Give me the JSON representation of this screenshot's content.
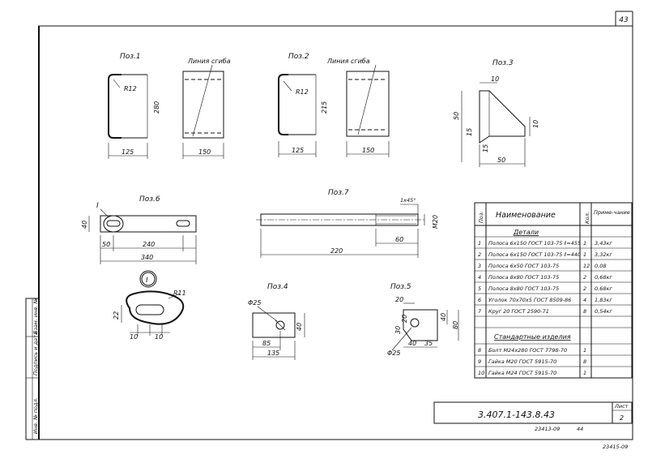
{
  "page_number": "43",
  "drawings": {
    "pos1": {
      "title": "Поз.1",
      "bend_label": "Линия сгиба",
      "radius": "R12",
      "height": "280",
      "width_a": "125",
      "width_b": "150"
    },
    "pos2": {
      "title": "Поз.2",
      "bend_label": "Линия сгиба",
      "radius": "R12",
      "height": "215",
      "width_a": "125",
      "width_b": "150"
    },
    "pos3": {
      "title": "Поз.3",
      "top": "10",
      "height": "50",
      "side_a": "15",
      "side_b": "10",
      "bottom_a": "15",
      "bottom_b": "50"
    },
    "pos6": {
      "title": "Поз.6",
      "section_mark": "I",
      "height": "40",
      "left": "50",
      "mid": "240",
      "total": "340"
    },
    "pos7": {
      "title": "Поз.7",
      "chamfer": "1х45°",
      "thread": "M20",
      "thread_len": "60",
      "length": "220"
    },
    "section1": {
      "mark": "I",
      "radius": "R11",
      "height": "22",
      "w_a": "10",
      "w_b": "10"
    },
    "pos4": {
      "title": "Поз.4",
      "hole": "Φ25",
      "height": "40",
      "offset": "85",
      "length": "135"
    },
    "pos5": {
      "title": "Поз.5",
      "top": "20",
      "h_a": "30",
      "h_b": "20",
      "height": "40",
      "width": "80",
      "hole": "Φ25",
      "bottom_a": "40",
      "bottom_b": "35"
    }
  },
  "table": {
    "headers": {
      "pos": "Поз.",
      "name": "Наименование",
      "qty": "Кол.",
      "note": "Приме-чание"
    },
    "section_details": "Детали",
    "section_standard": "Стандартные изделия",
    "rows": [
      {
        "pos": "1",
        "name": "Полоса 6х150 ГОСТ 103-75 ℓ=455",
        "qty": "1",
        "note": "3,43кг"
      },
      {
        "pos": "2",
        "name": "Полоса 6х150 ГОСТ 103-75 ℓ=440",
        "qty": "1",
        "note": "3,32кг"
      },
      {
        "pos": "3",
        "name": "Полоса 6х50 ГОСТ 103-75",
        "qty": "12",
        "note": "0,08"
      },
      {
        "pos": "4",
        "name": "Полоса 8х80 ГОСТ 103-75",
        "qty": "2",
        "note": "0,68кг"
      },
      {
        "pos": "5",
        "name": "Полоса 8х80 ГОСТ 103-75",
        "qty": "2",
        "note": "0,68кг"
      },
      {
        "pos": "6",
        "name": "Уголок 70х70х5 ГОСТ 8509-86",
        "qty": "4",
        "note": "1,83кг"
      },
      {
        "pos": "7",
        "name": "Круг 20 ГОСТ 2590-71",
        "qty": "8",
        "note": "0,54кг"
      }
    ],
    "standard_rows": [
      {
        "pos": "8",
        "name": "Болт М24х280 ГОСТ 7798-70",
        "qty": "1",
        "note": ""
      },
      {
        "pos": "9",
        "name": "Гайка М20 ГОСТ 5915-70",
        "qty": "8",
        "note": ""
      },
      {
        "pos": "10",
        "name": "Гайка М24 ГОСТ 5915-70",
        "qty": "1",
        "note": ""
      }
    ]
  },
  "title_block": {
    "code": "3.407.1-143.8.43",
    "sheet_label": "Лист",
    "sheet_no": "2",
    "archive": "23413-09",
    "archive_page": "44"
  },
  "side_strip": {
    "c1": "Инв. № подл.",
    "c2": "Подпись и дата",
    "c3": "Взам. инв. №"
  },
  "corner_mark": "23415-09"
}
